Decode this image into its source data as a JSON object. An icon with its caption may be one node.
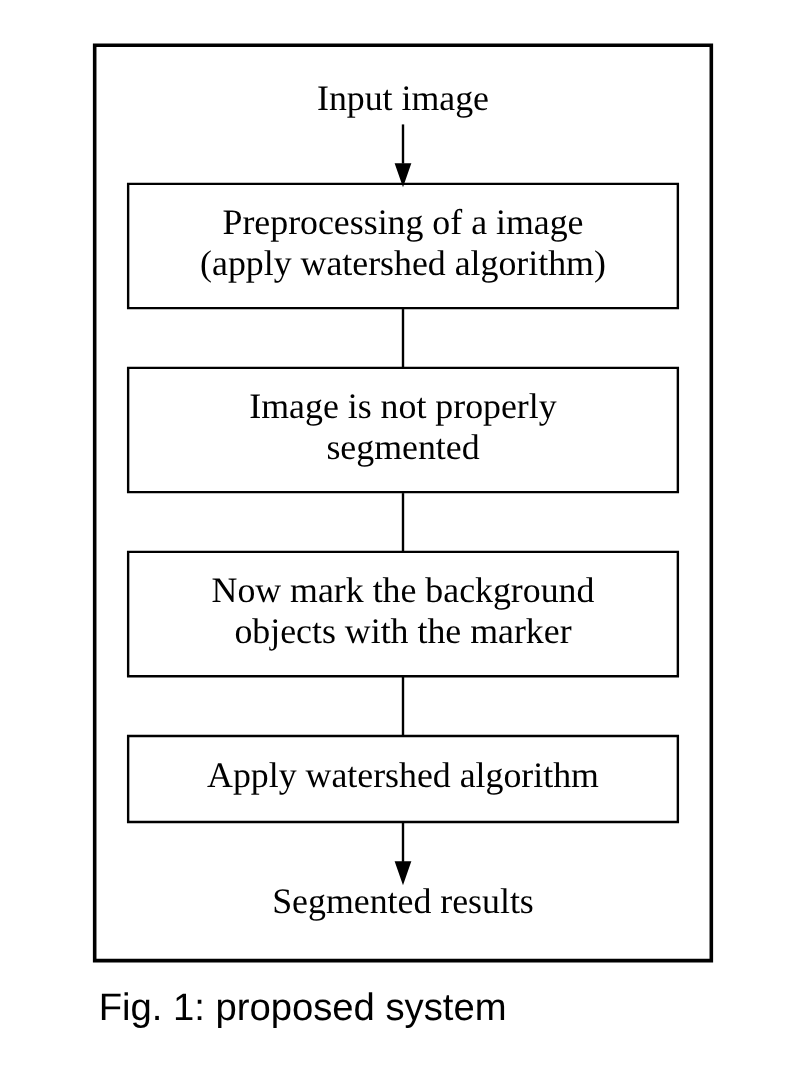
{
  "diagram": {
    "caption": "Fig. 1: proposed system",
    "nodes": [
      {
        "text": [],
        "shape": "box"
      },
      {
        "text": [
          "Input image"
        ],
        "in": 0
      },
      {
        "text": [
          "Preprocessing of a image (apply watershed algorithm)"
        ],
        "in": 0
      },
      {
        "text": [
          "Image is not properly segmented"
        ],
        "in": 0
      },
      {
        "text": [
          "Now mark the background objects with the marker"
        ],
        "in": 0
      },
      {
        "text": [
          "Apply watershed algorithm"
        ],
        "in": 0
      },
      {
        "text": [
          "Segmented results"
        ],
        "in": 0
      }
    ],
    "edges": [
      {
        "from": 1,
        "to": 2,
        "arrow": "to"
      },
      {
        "from": 2,
        "to": 3,
        "arrow": "none"
      },
      {
        "from": 3,
        "to": 4,
        "arrow": "none"
      },
      {
        "from": 4,
        "to": 5,
        "arrow": "none"
      },
      {
        "from": 5,
        "to": 6,
        "arrow": "to"
      }
    ]
  }
}
